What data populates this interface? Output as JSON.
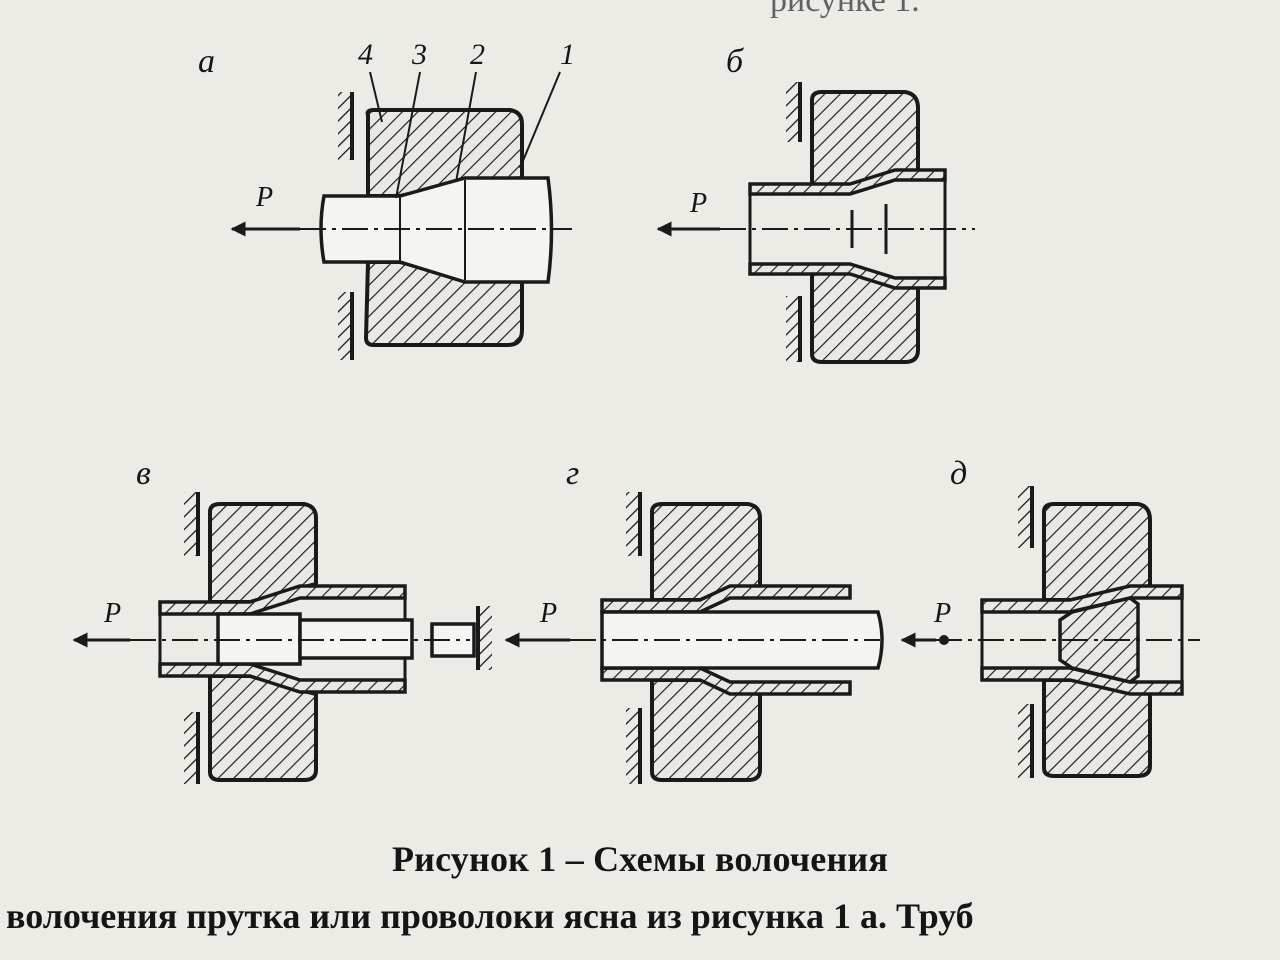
{
  "figure": {
    "top_fragment": "рисунке 1.",
    "panels": {
      "a": {
        "label": "а",
        "part_numbers": [
          "4",
          "3",
          "2",
          "1"
        ],
        "force": "P"
      },
      "b": {
        "label": "б",
        "force": "P"
      },
      "v": {
        "label": "в",
        "force": "P"
      },
      "g": {
        "label": "г",
        "force": "P"
      },
      "d": {
        "label": "д",
        "force": "P"
      }
    },
    "caption": "Рисунок 1 – Схемы волочения"
  },
  "text": {
    "body_line": "волочения прутка или проволоки ясна из рисунка 1 а. Труб"
  }
}
